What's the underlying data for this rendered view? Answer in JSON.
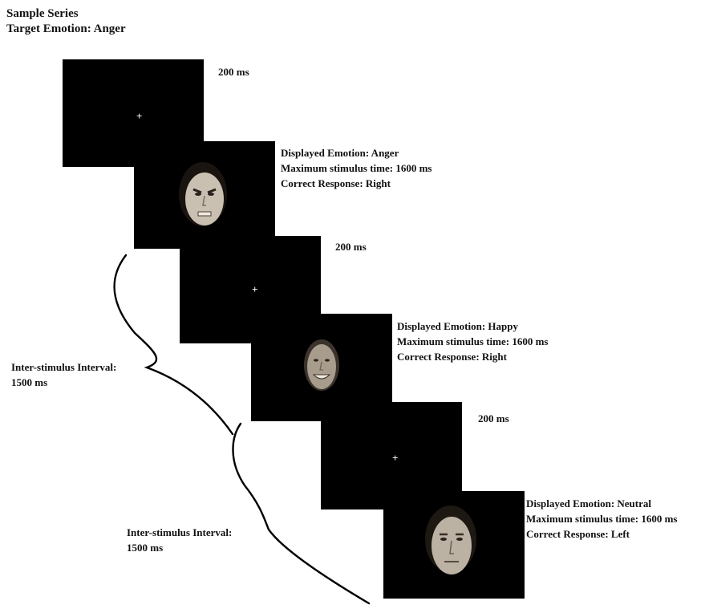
{
  "header": {
    "title": "Sample Series",
    "target": "Target Emotion: Anger"
  },
  "fixation_symbol": "+",
  "fixation_durations": [
    "200 ms",
    "200 ms",
    "200 ms"
  ],
  "stimuli": [
    {
      "emotion": "Displayed Emotion: Anger",
      "max_time": "Maximum stimulus time: 1600 ms",
      "response": "Correct Response: Right"
    },
    {
      "emotion": "Displayed Emotion: Happy",
      "max_time": "Maximum stimulus time: 1600 ms",
      "response": "Correct Response: Right"
    },
    {
      "emotion": "Displayed Emotion: Neutral",
      "max_time": "Maximum stimulus time: 1600 ms",
      "response": "Correct Response: Left"
    }
  ],
  "isi": [
    {
      "line1": "Inter-stimulus Interval:",
      "line2": "1500 ms"
    },
    {
      "line1": "Inter-stimulus Interval:",
      "line2": "1500 ms"
    }
  ]
}
